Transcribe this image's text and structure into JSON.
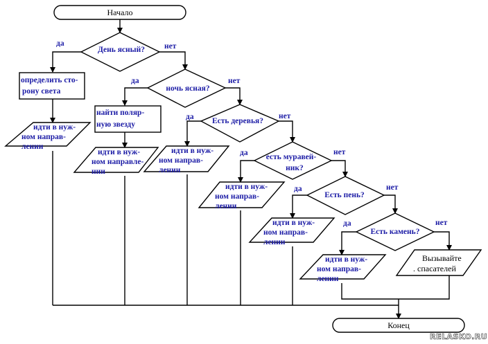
{
  "start": "Начало",
  "end": "Конец",
  "yes": "да",
  "no": "нет",
  "decisions": [
    {
      "lines": [
        "День ясный?"
      ]
    },
    {
      "lines": [
        "ночь ясная?"
      ]
    },
    {
      "lines": [
        "Есть деревья?"
      ]
    },
    {
      "lines": [
        "есть муравей-",
        "ник?"
      ]
    },
    {
      "lines": [
        "Есть пень?"
      ]
    },
    {
      "lines": [
        "Есть камень?"
      ]
    }
  ],
  "processes": [
    {
      "lines": [
        "определить сто-",
        "рону света"
      ]
    },
    {
      "lines": [
        "найти поляр-",
        "ную звезду"
      ]
    }
  ],
  "go": {
    "lines": [
      "идти в нуж-",
      "ном направ-",
      "лении"
    ]
  },
  "go_alt": {
    "lines": [
      "идти в нуж-",
      "ном направле-",
      "нии"
    ]
  },
  "rescue": {
    "lines": [
      "Вызывайте",
      ". спасателей"
    ]
  },
  "watermark": "RELASKO.RU",
  "colors": {
    "text": "#1c1ca6",
    "stroke": "#000000"
  }
}
